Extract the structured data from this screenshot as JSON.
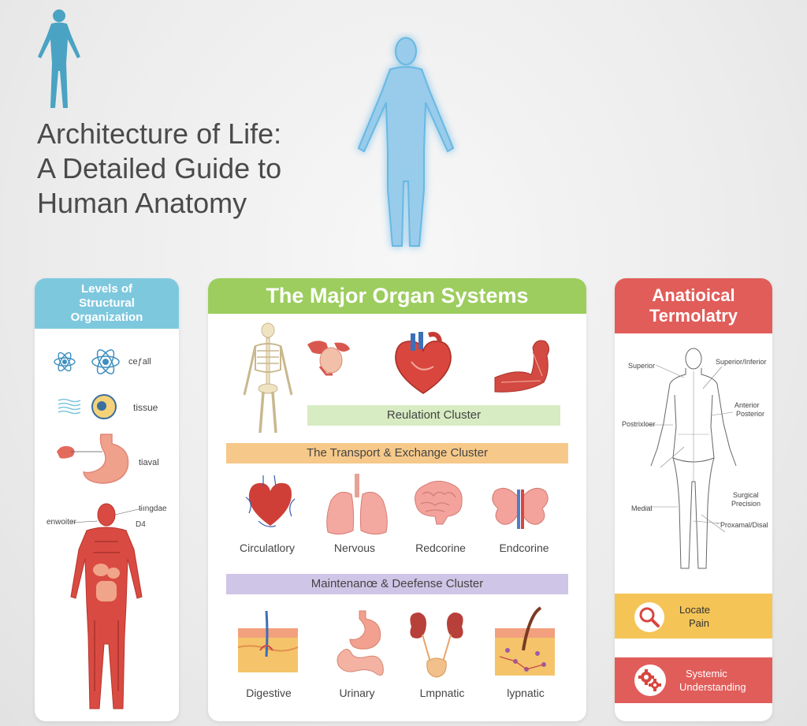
{
  "title": {
    "line1": "Architecture of Life:",
    "line2": "A Detailed Guide to",
    "line3": "Human Anatomy"
  },
  "left_panel": {
    "header": [
      "Levels of",
      "Structural",
      "Organization"
    ],
    "labels": {
      "cell": "ceƒall",
      "tissue": "tissue",
      "organ": "tiaval",
      "system_right": "tiıngdae",
      "system_left": "enwoiter",
      "system_code": "D4"
    }
  },
  "center_panel": {
    "header": "The Major Organ Systems",
    "bands": {
      "regulation": "Reulationt Cluster",
      "transport": "The Transport & Exchange Cluster",
      "maintenance": "Maintenanœ & Deefense Cluster"
    },
    "row2_labels": [
      "Circulatlory",
      "Nervous",
      "Redcorine",
      "Endcorine"
    ],
    "row3_labels": [
      "Digestive",
      "Urinary",
      "Lmpnatic",
      "lypnatic"
    ],
    "colors": {
      "regulation": "#d7ecc2",
      "transport": "#f6c98a",
      "maintenance": "#cfc5e6"
    }
  },
  "right_panel": {
    "header": [
      "Anatioical",
      "Termolatry"
    ],
    "terms": {
      "superior": "Superior",
      "superior_inferior": "Superior/Inferior",
      "anterior": "Anterior",
      "posterior": "Posterior",
      "postrixloer": "Postrixloer",
      "surgical": "Surgical",
      "precision": "Precision",
      "medial": "Medial",
      "proximal": "Proxamal/Disal"
    },
    "locate": [
      "Locate",
      "Pain"
    ],
    "systemic": [
      "Systemic",
      "Understanding"
    ]
  },
  "icons": [
    "human-figure-icon",
    "glowing-body-icon",
    "atom-icon",
    "tissue-icon",
    "stomach-icon",
    "muscle-figure-icon",
    "skeleton-icon",
    "heart-icon",
    "lungs-icon",
    "brain-icon",
    "magnifier-icon",
    "gears-icon"
  ]
}
